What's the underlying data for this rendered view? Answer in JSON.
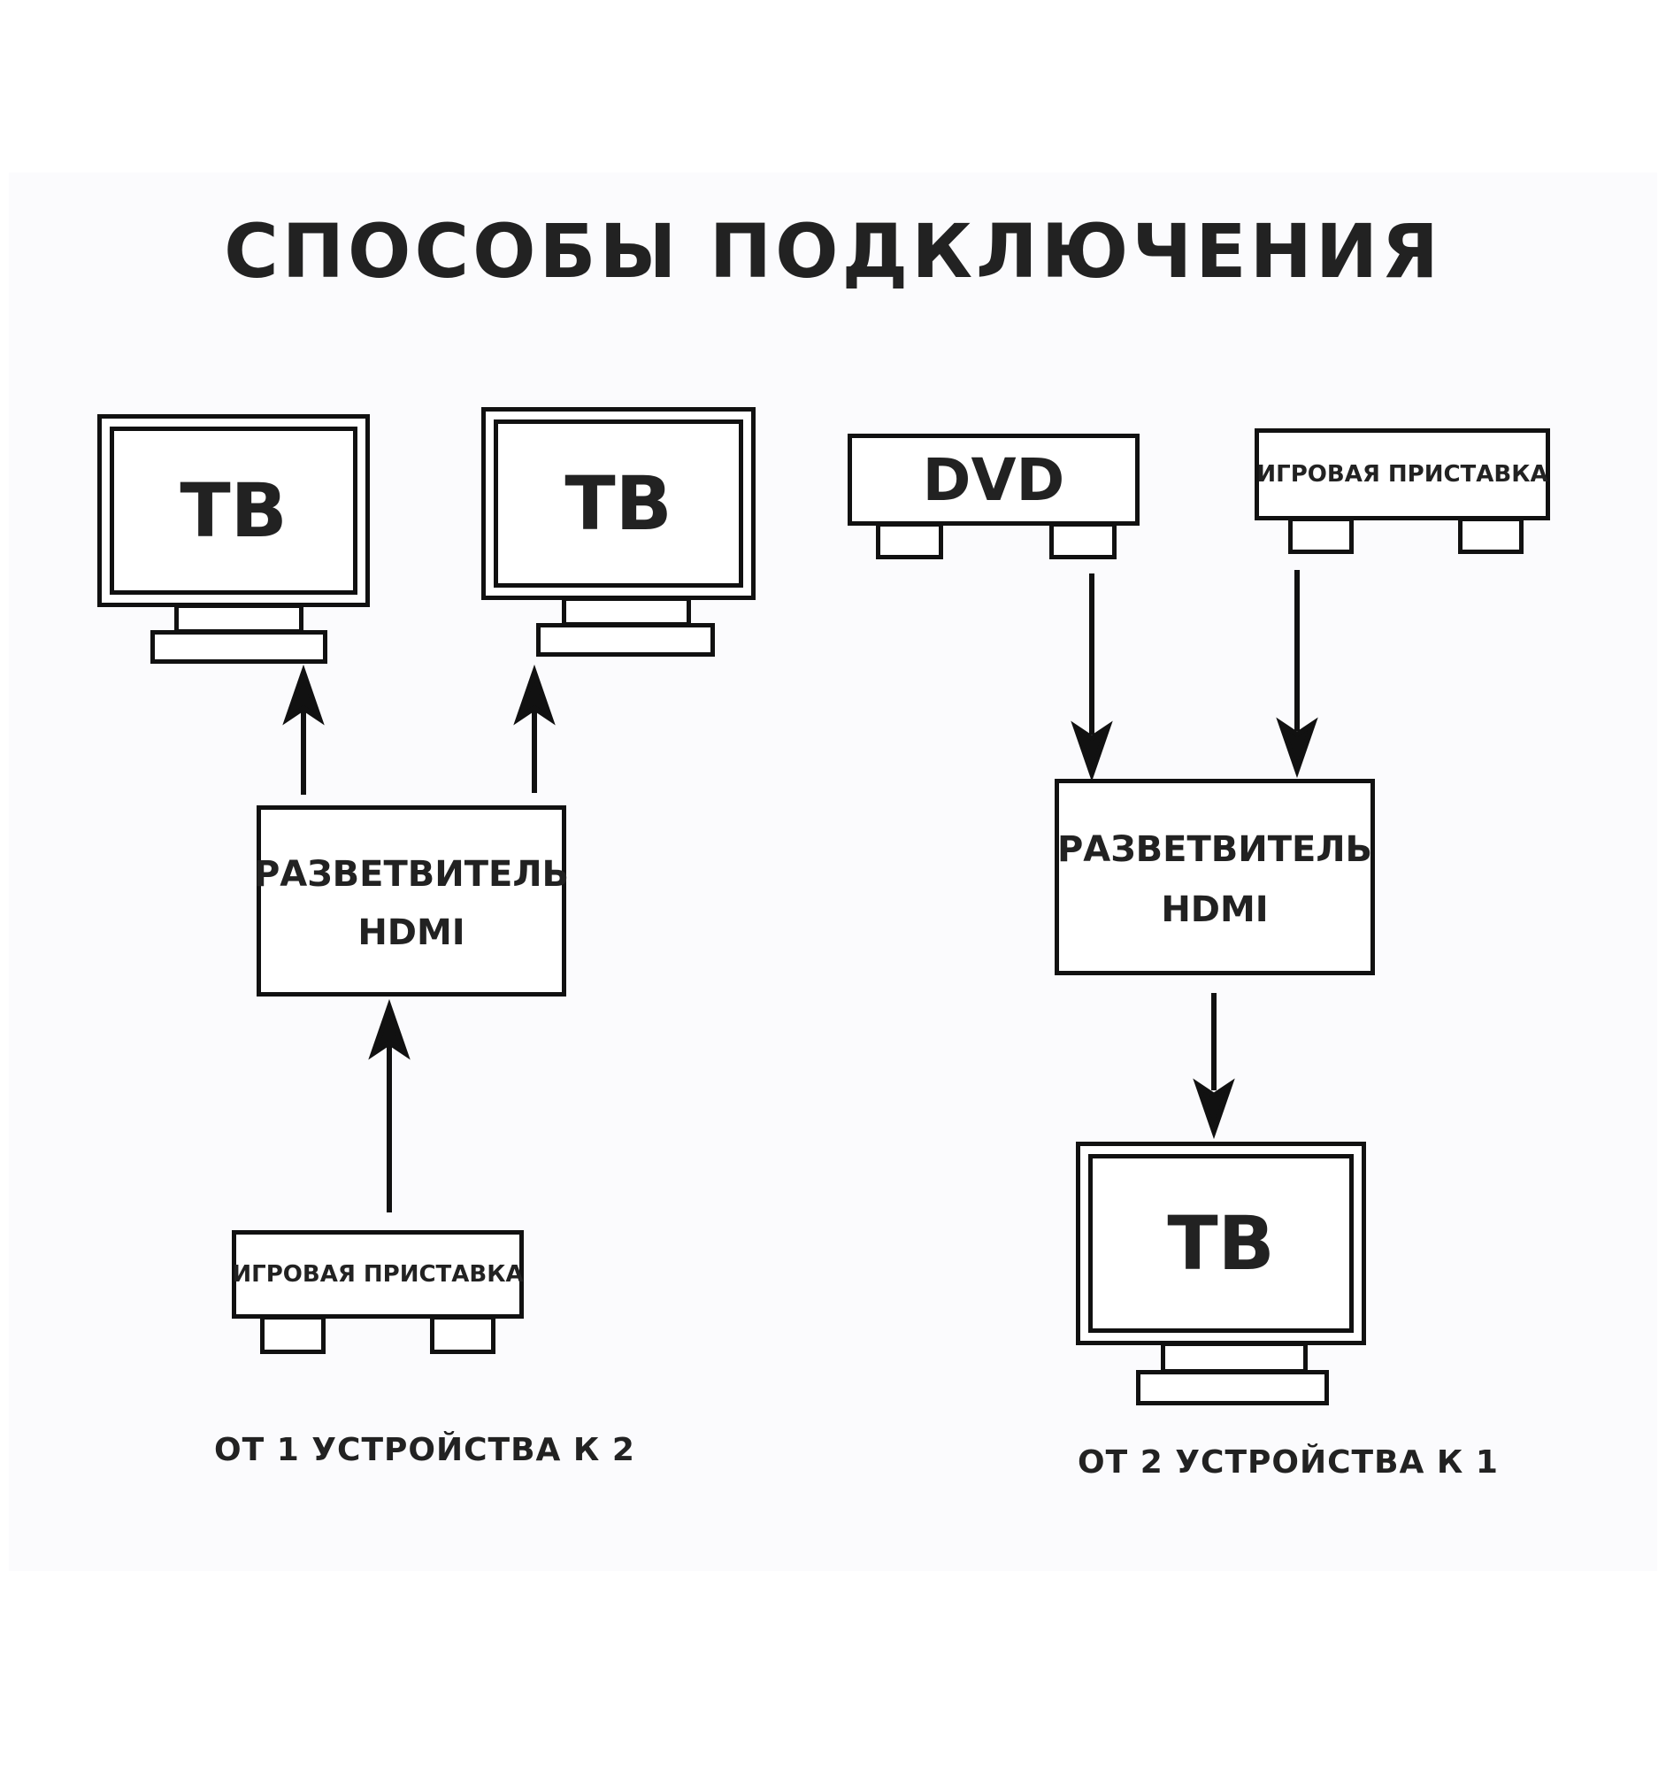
{
  "title": "СПОСОБЫ ПОДКЛЮЧЕНИЯ",
  "left_scheme": {
    "tv_1": "ТВ",
    "tv_2": "ТВ",
    "splitter_line1": "РАЗВЕТВИТЕЛЬ",
    "splitter_line2": "HDMI",
    "source": "ИГРОВАЯ ПРИСТАВКА",
    "caption": "ОТ 1 УСТРОЙСТВА К 2"
  },
  "right_scheme": {
    "source_1": "DVD",
    "source_2": "ИГРОВАЯ ПРИСТАВКА",
    "splitter_line1": "РАЗВЕТВИТЕЛЬ",
    "splitter_line2": "HDMI",
    "tv": "ТВ",
    "caption": "ОТ 2 УСТРОЙСТВА К 1"
  },
  "colors": {
    "ink": "#111111",
    "background": "#ffffff"
  }
}
